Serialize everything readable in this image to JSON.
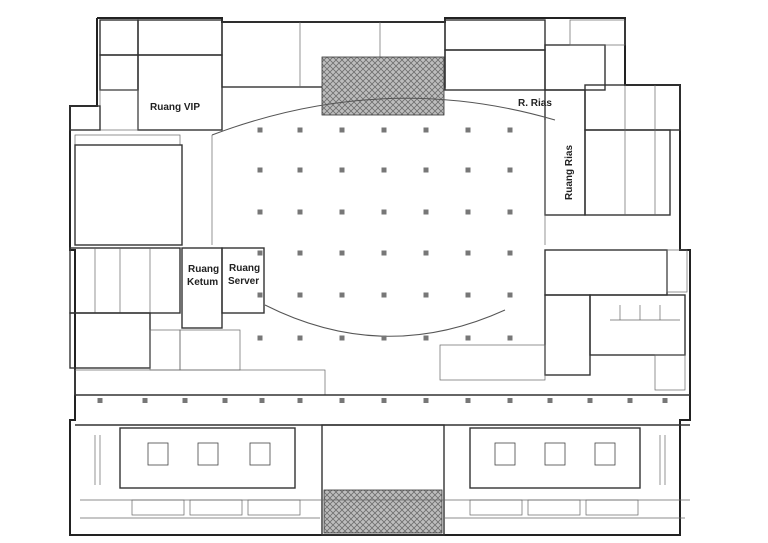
{
  "floor_plan": {
    "rooms": {
      "vip": "Ruang VIP",
      "rias_small": "R. Rias",
      "rias": "Ruang Rias",
      "ketum_line1": "Ruang",
      "ketum_line2": "Ketum",
      "server_line1": "Ruang",
      "server_line2": "Server"
    },
    "colors": {
      "wall": "#333333",
      "column": "#777777",
      "hatch": "#8a8a8a",
      "background": "#ffffff"
    }
  }
}
